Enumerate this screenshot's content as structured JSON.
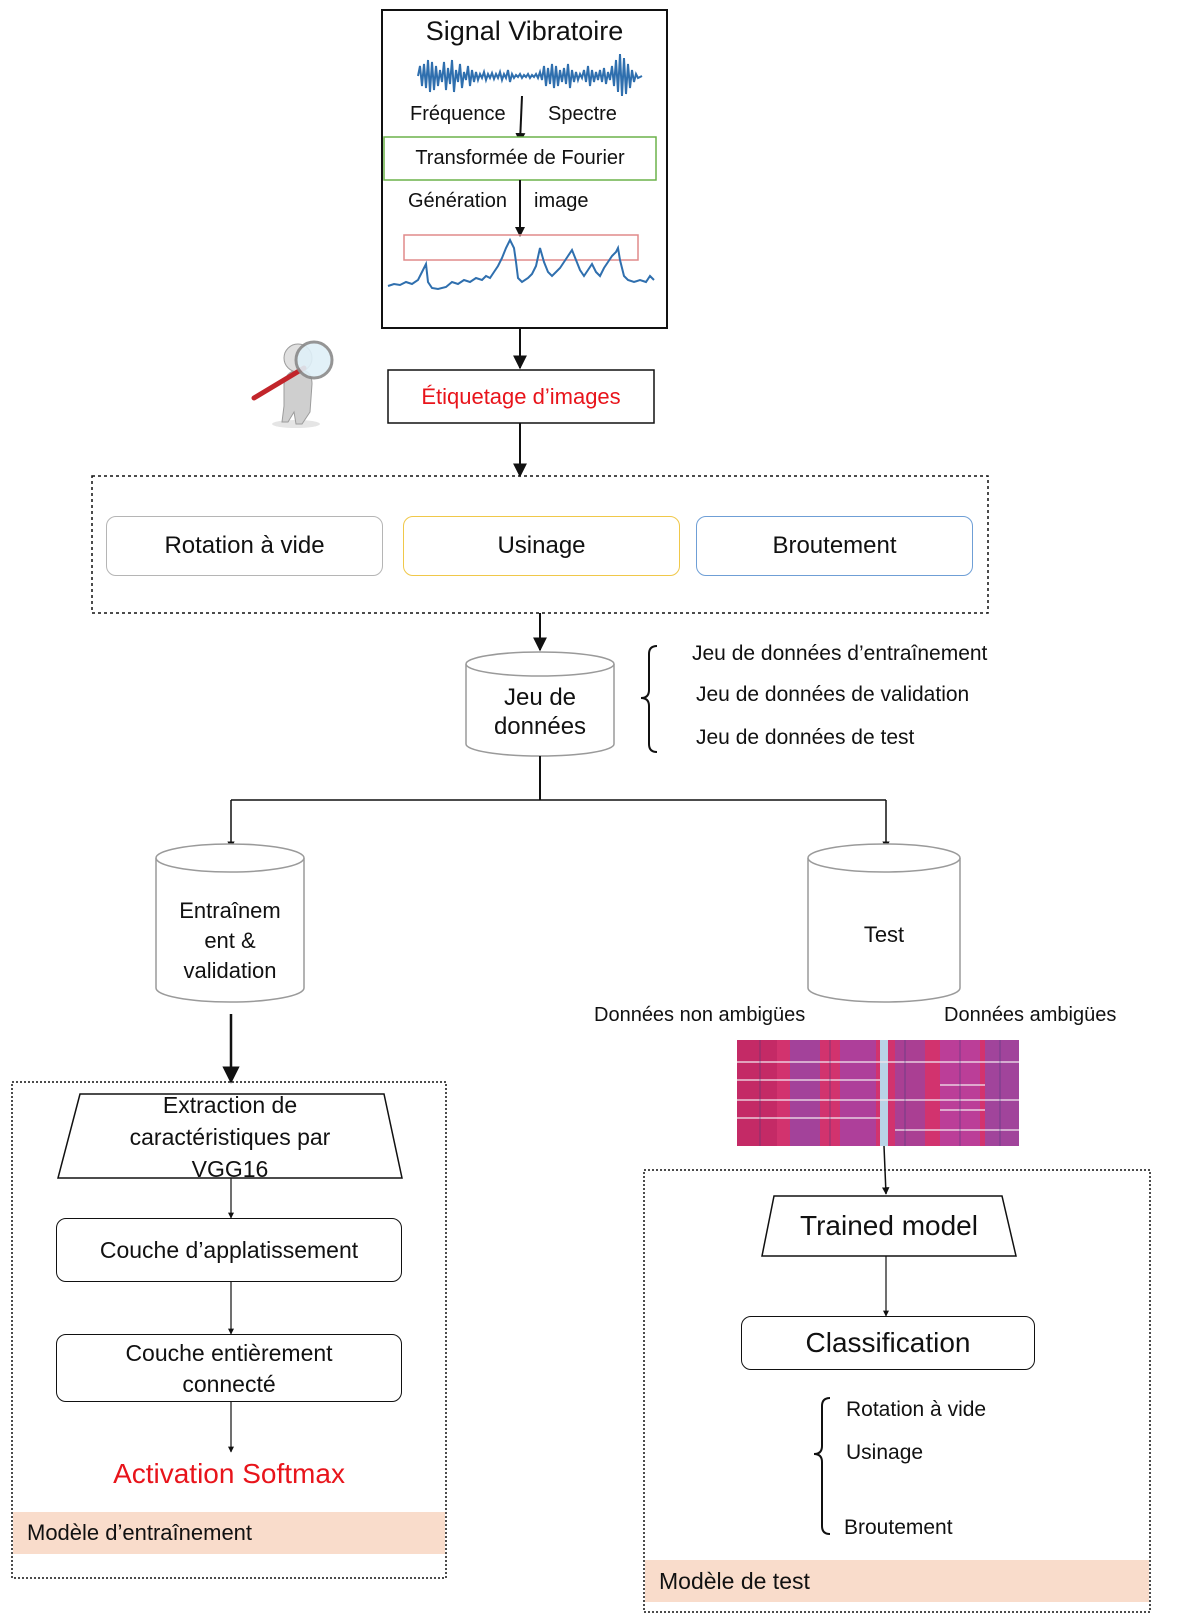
{
  "signal": {
    "title": "Signal Vibratoire",
    "freq_label": "Fréquence",
    "spectrum_label": "Spectre",
    "fourier_label": "Transformée de Fourier",
    "generation_label": "Génération",
    "image_label": "image"
  },
  "labeling": {
    "label": "Étiquetage d’images"
  },
  "classes": [
    {
      "label": "Rotation à vide",
      "border": "#b5b5b5"
    },
    {
      "label": "Usinage",
      "border": "#f0c84a"
    },
    {
      "label": "Broutement",
      "border": "#6f9fd6"
    }
  ],
  "dataset": {
    "label_line1": "Jeu de",
    "label_line2": "données",
    "splits": [
      "Jeu de données d’entraînement",
      "Jeu de données de validation",
      "Jeu de données de test"
    ]
  },
  "train_db": {
    "line1": "Entraînem",
    "line2": "ent &",
    "line3": "validation"
  },
  "test_db": {
    "label": "Test"
  },
  "data_types": {
    "non_ambiguous": "Données non ambigües",
    "ambiguous": "Données ambigües"
  },
  "training_model": {
    "extraction_line1": "Extraction de",
    "extraction_line2": "caractéristiques par",
    "extraction_line3": "VGG16",
    "flatten": "Couche d’applatissement",
    "dense_line1": "Couche entièrement",
    "dense_line2": "connecté",
    "softmax": "Activation Softmax",
    "footer": "Modèle d’entraînement"
  },
  "test_model": {
    "trained": "Trained model",
    "classification": "Classification",
    "outputs": [
      "Rotation à vide",
      "Usinage",
      "Broutement"
    ],
    "footer": "Modèle de test"
  },
  "colors": {
    "accent_red": "#e8141b",
    "fourier_border": "#6cb24a",
    "signal_blue": "#2f6fae",
    "footer_bg": "#f9dccb"
  },
  "icons": {
    "inspector": "magnifier-figure-icon"
  }
}
